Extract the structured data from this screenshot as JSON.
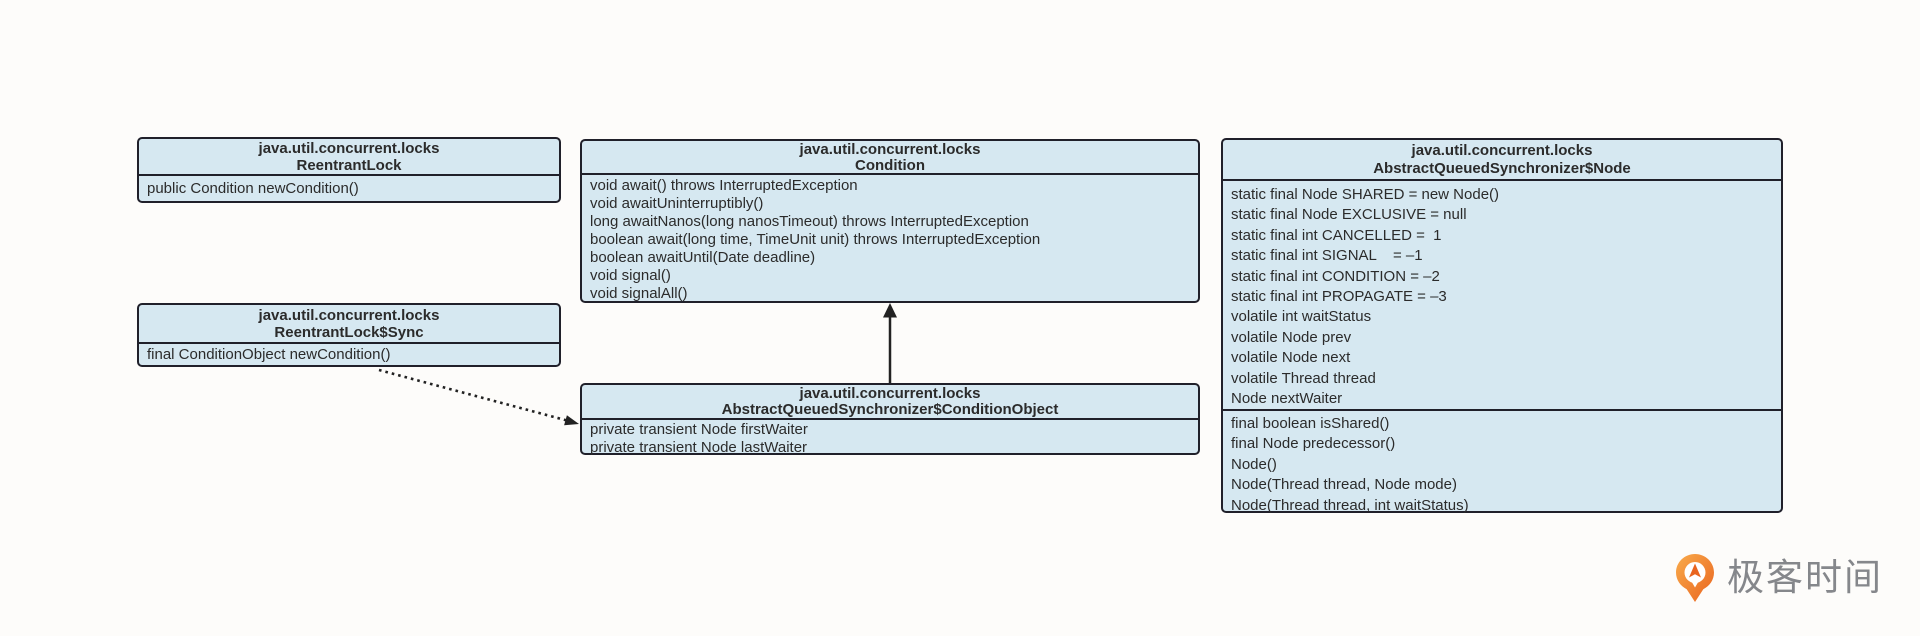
{
  "palette": {
    "background": "#fdfcfa",
    "box_fill": "#d6e8f1",
    "box_border": "#20202a",
    "text": "#2b2b2b",
    "arrow": "#222222",
    "logo_orange_dark": "#e9641f",
    "logo_orange_light": "#f9ab4b",
    "logo_text_gray": "#85878b"
  },
  "classes": {
    "reentrantLock": {
      "package": "java.util.concurrent.locks",
      "name": "ReentrantLock",
      "method": "public Condition newCondition()"
    },
    "sync": {
      "package": "java.util.concurrent.locks",
      "name": "ReentrantLock$Sync",
      "method": "final ConditionObject newCondition()"
    },
    "condition": {
      "package": "java.util.concurrent.locks",
      "name": "Condition",
      "methods": [
        "void await() throws InterruptedException",
        "void awaitUninterruptibly()",
        "long awaitNanos(long nanosTimeout) throws InterruptedException",
        "boolean await(long time, TimeUnit unit) throws InterruptedException",
        "boolean awaitUntil(Date deadline)",
        "void signal()",
        "void signalAll()"
      ]
    },
    "conditionObject": {
      "package": "java.util.concurrent.locks",
      "name": "AbstractQueuedSynchronizer$ConditionObject",
      "fields": [
        "private transient Node firstWaiter",
        "private transient Node lastWaiter"
      ]
    },
    "node": {
      "package": "java.util.concurrent.locks",
      "name": "AbstractQueuedSynchronizer$Node",
      "fields": [
        "static final Node SHARED = new Node()",
        "static final Node EXCLUSIVE = null",
        "static final int CANCELLED =  1",
        "static final int SIGNAL    = –1",
        "static final int CONDITION = –2",
        "static final int PROPAGATE = –3",
        "volatile int waitStatus",
        "volatile Node prev",
        "volatile Node next",
        "volatile Thread thread",
        "Node nextWaiter"
      ],
      "methods": [
        "final boolean isShared()",
        "final Node predecessor()",
        "Node()",
        "Node(Thread thread, Node mode)",
        "Node(Thread thread, int waitStatus)"
      ]
    }
  },
  "relations": [
    {
      "from": "AbstractQueuedSynchronizer$ConditionObject",
      "to": "Condition",
      "style": "solid-arrow-up"
    },
    {
      "from": "ReentrantLock$Sync",
      "to": "AbstractQueuedSynchronizer$ConditionObject",
      "style": "dotted-arrow"
    }
  ],
  "logo": {
    "text": "极客时间"
  }
}
